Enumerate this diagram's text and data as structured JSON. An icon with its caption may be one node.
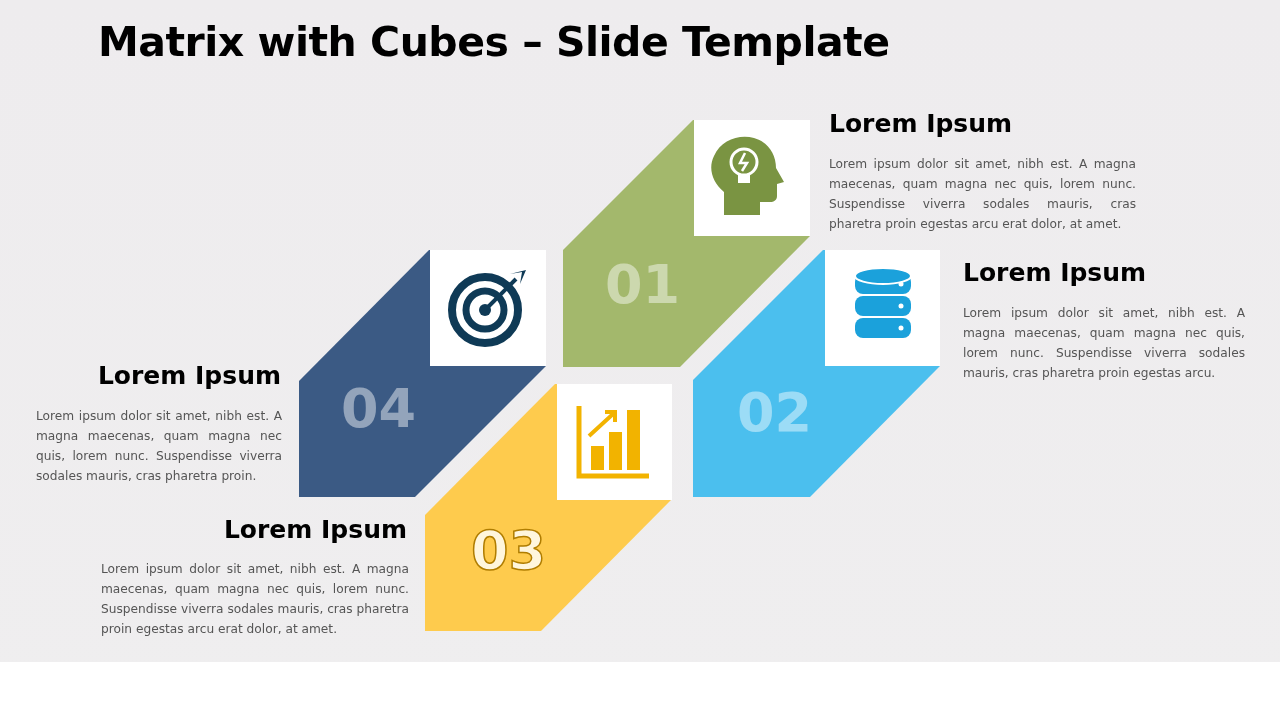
{
  "diagram": {
    "title": "Matrix with Cubes – Slide Template",
    "nodes": [
      {
        "text": [
          "01"
        ],
        "beside": [
          "Lorem Ipsum",
          "Lorem ipsum dolor sit amet, nibh est. A magna maecenas, quam magna nec quis, lorem nunc. Suspendisse viverra sodales mauris, cras pharetra proin egestas arcu erat dolor, at amet."
        ]
      },
      {
        "text": [
          "02"
        ],
        "beside": [
          "Lorem Ipsum",
          "Lorem ipsum dolor sit amet, nibh est. A magna maecenas, quam magna nec quis, lorem nunc. Suspendisse viverra sodales mauris, cras pharetra proin egestas arcu."
        ]
      },
      {
        "text": [
          "03"
        ],
        "beside": [
          "Lorem Ipsum",
          "Lorem ipsum dolor sit amet, nibh est. A magna maecenas, quam magna nec quis, lorem nunc. Suspendisse viverra sodales mauris, cras pharetra proin egestas arcu erat dolor, at amet."
        ]
      },
      {
        "text": [
          "04"
        ],
        "beside": [
          "Lorem Ipsum",
          "Lorem ipsum dolor sit amet, nibh est. A magna maecenas, quam magna nec quis, lorem nunc. Suspendisse viverra sodales mauris, cras pharetra proin."
        ]
      }
    ]
  }
}
